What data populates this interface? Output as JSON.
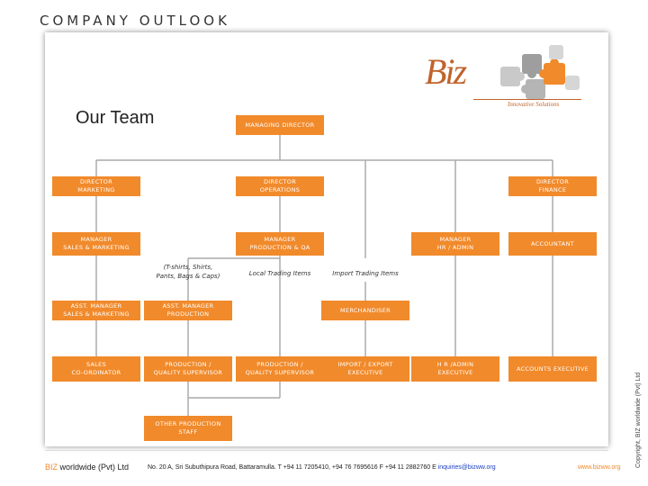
{
  "header": {
    "title": "COMPANY OUTLOOK"
  },
  "slide": {
    "title": "Our Team"
  },
  "logo": {
    "text": "Biz",
    "tagline": "Innovative Solutions"
  },
  "chart": {
    "boxes": [
      {
        "id": "managing_director",
        "text": "MANAGING DIRECTOR"
      },
      {
        "id": "director_marketing",
        "text": "DIRECTOR\nMARKETING"
      },
      {
        "id": "director_operations",
        "text": "DIRECTOR\nOPERATIONS"
      },
      {
        "id": "director_finance",
        "text": "DIRECTOR\nFINANCE"
      },
      {
        "id": "manager_sales",
        "text": "MANAGER\nSALES & MARKETING"
      },
      {
        "id": "manager_production",
        "text": "MANAGER\nPRODUCTION & QA"
      },
      {
        "id": "manager_hr",
        "text": "MANAGER\nHR / ADMIN"
      },
      {
        "id": "accountant",
        "text": "ACCOUNTANT"
      },
      {
        "id": "asst_sales",
        "text": "ASST. MANAGER\nSALES & MARKETING"
      },
      {
        "id": "asst_production",
        "text": "ASST. MANAGER\nPRODUCTION"
      },
      {
        "id": "merchandiser",
        "text": "MERCHANDISER"
      },
      {
        "id": "sales_coordinator",
        "text": "SALES\nCO-ORDINATOR"
      },
      {
        "id": "production_qs_1",
        "text": "PRODUCTION /\nQUALITY SUPERVISOR"
      },
      {
        "id": "production_qs_2",
        "text": "PRODUCTION /\nQUALITY SUPERVISOR"
      },
      {
        "id": "import_export",
        "text": "IMPORT / EXPORT\nEXECUTIVE"
      },
      {
        "id": "hr_admin_exec",
        "text": "H R /ADMIN\nEXECUTIVE"
      },
      {
        "id": "accounts_exec",
        "text": "ACCOUNTS EXECUTIVE"
      },
      {
        "id": "other_production",
        "text": "OTHER PRODUCTION\nSTAFF"
      }
    ],
    "labels": [
      {
        "id": "tshirts",
        "text": "(T-shirts, Shirts,\nPants, Bags & Caps)"
      },
      {
        "id": "local_trading",
        "text": "Local Trading Items"
      },
      {
        "id": "import_trading",
        "text": "Import Trading Items"
      }
    ]
  },
  "footer": {
    "brand_accent": "BIZ",
    "brand_rest": " worldwide (Pvt) Ltd",
    "address": "No. 20 A, Sri Subuthipura Road, Battaramulla.  T +94 11 7205410,  +94 76 7695616   F +94 11 2882760   E ",
    "email": "inquiries@bizww.org",
    "website": "www.bizww.org",
    "copyright": "Copyright, BIZ worldwide (Pvt) Ltd"
  },
  "colors": {
    "box": "#f18a2b",
    "connector": "#aaaaaa",
    "accent": "#f18a2b"
  }
}
